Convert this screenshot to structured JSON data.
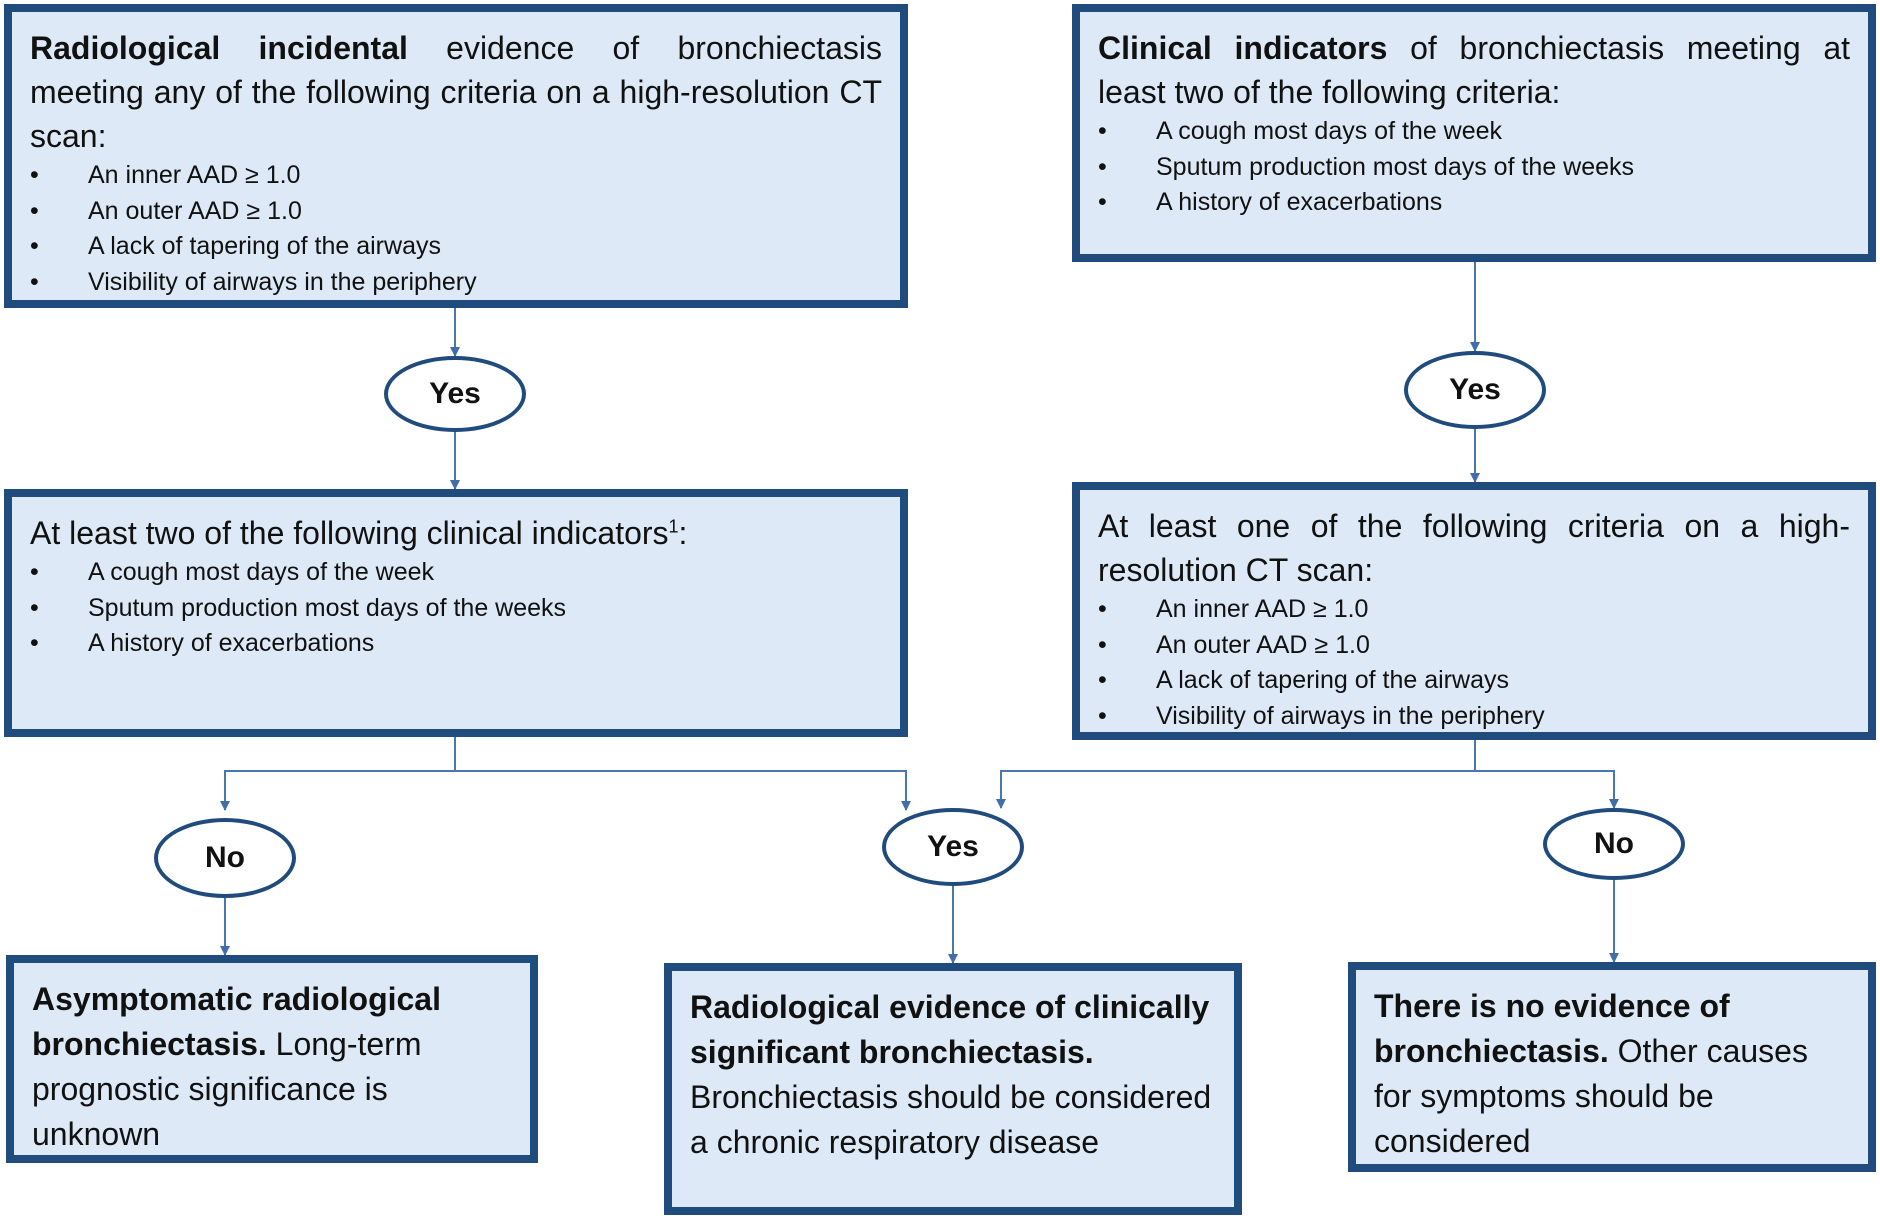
{
  "box_top_left": {
    "bold": "Radiological incidental",
    "rest": " evidence of bronchiectasis meeting any of the following criteria on a high-resolution CT scan:",
    "items": [
      "An inner AAD ≥ 1.0",
      "An outer AAD ≥ 1.0",
      "A lack of tapering of the airways",
      "Visibility of airways in the periphery"
    ]
  },
  "box_top_right": {
    "bold": "Clinical indicators",
    "rest": " of bronchiectasis meeting at least two of the following criteria:",
    "items": [
      "A cough most days of the week",
      "Sputum production most days of the weeks",
      "A history of exacerbations"
    ]
  },
  "box_mid_left": {
    "text": "At least two of the following clinical indicators",
    "sup": "1",
    "suffix": ":",
    "items": [
      "A cough most days of the week",
      "Sputum production most days of the weeks",
      "A history of exacerbations"
    ]
  },
  "box_mid_right": {
    "text": "At least one of the following criteria on a high-resolution CT scan:",
    "items": [
      "An inner AAD ≥ 1.0",
      "An outer AAD ≥ 1.0",
      "A lack of tapering of the airways",
      "Visibility of airways in the periphery"
    ]
  },
  "ovals": {
    "yes_left": "Yes",
    "yes_right": "Yes",
    "no_left": "No",
    "yes_center": "Yes",
    "no_right": "No"
  },
  "out_left": {
    "bold": "Asymptomatic radiological bronchiectasis.",
    "rest": " Long-term prognostic significance is unknown"
  },
  "out_center": {
    "bold": "Radiological evidence of clinically significant bronchiectasis.",
    "rest": " Bronchiectasis should be considered a chronic respiratory disease"
  },
  "out_right": {
    "bold": "There is no evidence of bronchiectasis.",
    "rest": " Other causes for symptoms should be considered"
  },
  "colors": {
    "border": "#1f4b7d",
    "fill": "#dde9f6",
    "line": "#4a77b0"
  }
}
